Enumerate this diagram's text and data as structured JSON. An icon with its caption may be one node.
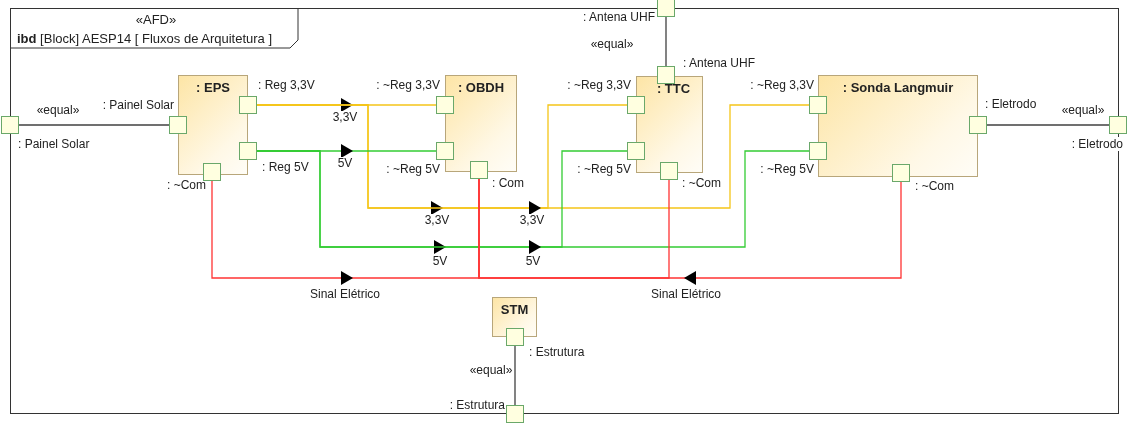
{
  "diagram": {
    "nodes": [
      {
        "text": [
          "«AFD»",
          "**ibd** [Block] AESP14 [ Fluxos de Arquitetura ]"
        ]
      },
      {
        "text": [
          ": EPS"
        ],
        "in": 0
      },
      {
        "text": [
          ": OBDH"
        ],
        "in": 0
      },
      {
        "text": [
          ": TTC"
        ],
        "in": 0
      },
      {
        "text": [
          ": Sonda Langmuir"
        ],
        "in": 0
      },
      {
        "text": [
          "STM"
        ],
        "in": 0
      },
      {
        "text": [],
        "shape": "box",
        "beside": [
          ": Painel Solar"
        ]
      },
      {
        "text": [],
        "shape": "box",
        "beside": [
          ": Painel Solar"
        ],
        "in": 0
      },
      {
        "text": [],
        "shape": "box",
        "beside": [
          ": Reg 3,3V"
        ],
        "in": 0
      },
      {
        "text": [],
        "shape": "box",
        "beside": [
          ": Reg 5V"
        ],
        "in": 0
      },
      {
        "text": [],
        "shape": "box",
        "beside": [
          ": ~Com"
        ],
        "in": 0
      },
      {
        "text": [],
        "shape": "box",
        "beside": [
          ": ~Reg 3,3V"
        ],
        "in": 0
      },
      {
        "text": [],
        "shape": "box",
        "beside": [
          ": ~Reg 5V"
        ],
        "in": 0
      },
      {
        "text": [],
        "shape": "box",
        "beside": [
          ": Com"
        ],
        "in": 0
      },
      {
        "text": [],
        "shape": "box",
        "beside": [
          ": Antena UHF"
        ]
      },
      {
        "text": [],
        "shape": "box",
        "beside": [
          ": Antena UHF"
        ],
        "in": 0
      },
      {
        "text": [],
        "shape": "box",
        "beside": [
          ": ~Reg 3,3V"
        ],
        "in": 0
      },
      {
        "text": [],
        "shape": "box",
        "beside": [
          ": ~Reg 5V"
        ],
        "in": 0
      },
      {
        "text": [],
        "shape": "box",
        "beside": [
          ": ~Com"
        ],
        "in": 0
      },
      {
        "text": [],
        "shape": "box",
        "beside": [
          ": ~Reg 3,3V"
        ],
        "in": 0
      },
      {
        "text": [],
        "shape": "box",
        "beside": [
          ": ~Reg 5V"
        ],
        "in": 0
      },
      {
        "text": [],
        "shape": "box",
        "beside": [
          ": ~Com"
        ],
        "in": 0
      },
      {
        "text": [],
        "shape": "box",
        "beside": [
          ": Eletrodo"
        ],
        "in": 0
      },
      {
        "text": [],
        "shape": "box",
        "beside": [
          ": Eletrodo"
        ]
      },
      {
        "text": [],
        "shape": "box",
        "beside": [
          ": Estrutura"
        ],
        "in": 0
      },
      {
        "text": [],
        "shape": "box",
        "beside": [
          ": Estrutura"
        ]
      }
    ],
    "edges": [
      {
        "from": 6,
        "to": 7,
        "arrow": "none",
        "label": "«equal»",
        "color": "#404040"
      },
      {
        "from": 14,
        "to": 15,
        "arrow": "none",
        "label": "«equal»",
        "color": "#404040"
      },
      {
        "from": 22,
        "to": 23,
        "arrow": "none",
        "label": "«equal»",
        "color": "#404040"
      },
      {
        "from": 24,
        "to": 25,
        "arrow": "none",
        "label": "«equal»",
        "color": "#404040"
      },
      {
        "from": 8,
        "to": 11,
        "arrow": "to",
        "label": "3,3V",
        "color": "#f5c518"
      },
      {
        "from": 8,
        "to": 16,
        "arrow": "to",
        "label": "3,3V",
        "color": "#f5c518"
      },
      {
        "from": 8,
        "to": 19,
        "arrow": "to",
        "label": "3,3V",
        "color": "#f5c518"
      },
      {
        "from": 9,
        "to": 12,
        "arrow": "to",
        "label": "5V",
        "color": "#33cc33"
      },
      {
        "from": 9,
        "to": 17,
        "arrow": "to",
        "label": "5V",
        "color": "#33cc33"
      },
      {
        "from": 9,
        "to": 20,
        "arrow": "to",
        "label": "5V",
        "color": "#33cc33"
      },
      {
        "from": 10,
        "to": 13,
        "arrow": "to",
        "label": "Sinal Elétrico",
        "color": "#ff3333"
      },
      {
        "from": 21,
        "to": 13,
        "arrow": "to",
        "label": "Sinal Elétrico",
        "color": "#ff3333"
      },
      {
        "from": 18,
        "to": 13,
        "arrow": "none",
        "color": "#ff3333"
      }
    ]
  }
}
